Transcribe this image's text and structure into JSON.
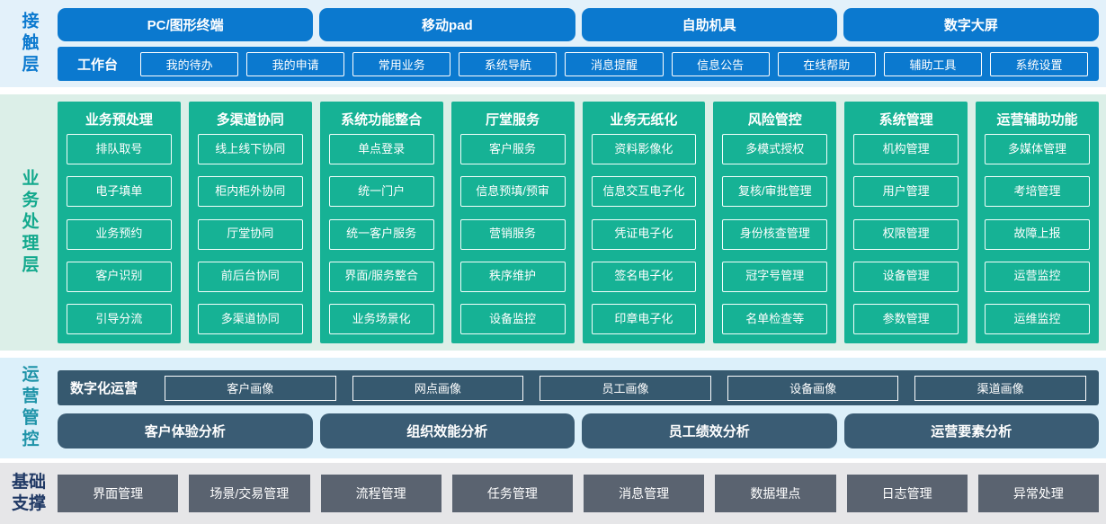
{
  "colors": {
    "accent_blue": "#0b79cf",
    "accent_green": "#16b295",
    "accent_slate": "#36596f",
    "accent_slate_box": "#3a5c74",
    "foundation_box": "#5a6370",
    "bg_contact": "#e3f1fa",
    "bg_business": "#dcefe8",
    "bg_operations": "#dcf0fa",
    "bg_foundation": "#e6e6e8",
    "label_navy": "#1f3864",
    "label_teal": "#1e93a8"
  },
  "layers": {
    "contact": {
      "label": "接触层",
      "channels": [
        "PC/图形终端",
        "移动pad",
        "自助机具",
        "数字大屏"
      ],
      "workbench": {
        "label": "工作台",
        "items": [
          "我的待办",
          "我的申请",
          "常用业务",
          "系统导航",
          "消息提醒",
          "信息公告",
          "在线帮助",
          "辅助工具",
          "系统设置"
        ]
      }
    },
    "business": {
      "label": "业务处理层",
      "columns": [
        {
          "title": "业务预处理",
          "items": [
            "排队取号",
            "电子填单",
            "业务预约",
            "客户识别",
            "引导分流"
          ]
        },
        {
          "title": "多渠道协同",
          "items": [
            "线上线下协同",
            "柜内柜外协同",
            "厅堂协同",
            "前后台协同",
            "多渠道协同"
          ]
        },
        {
          "title": "系统功能整合",
          "items": [
            "单点登录",
            "统一门户",
            "统一客户服务",
            "界面/服务整合",
            "业务场景化"
          ]
        },
        {
          "title": "厅堂服务",
          "items": [
            "客户服务",
            "信息预填/预审",
            "营销服务",
            "秩序维护",
            "设备监控"
          ]
        },
        {
          "title": "业务无纸化",
          "items": [
            "资料影像化",
            "信息交互电子化",
            "凭证电子化",
            "签名电子化",
            "印章电子化"
          ]
        },
        {
          "title": "风险管控",
          "items": [
            "多模式授权",
            "复核/审批管理",
            "身份核查管理",
            "冠字号管理",
            "名单检查等"
          ]
        },
        {
          "title": "系统管理",
          "items": [
            "机构管理",
            "用户管理",
            "权限管理",
            "设备管理",
            "参数管理"
          ]
        },
        {
          "title": "运营辅助功能",
          "items": [
            "多媒体管理",
            "考培管理",
            "故障上报",
            "运营监控",
            "运维监控"
          ]
        }
      ]
    },
    "operations": {
      "label": "运营管控",
      "digital_ops": {
        "label": "数字化运营",
        "items": [
          "客户画像",
          "网点画像",
          "员工画像",
          "设备画像",
          "渠道画像"
        ]
      },
      "analysis": [
        "客户体验分析",
        "组织效能分析",
        "员工绩效分析",
        "运营要素分析"
      ]
    },
    "foundation": {
      "label": "基础支撑",
      "items": [
        "界面管理",
        "场景/交易管理",
        "流程管理",
        "任务管理",
        "消息管理",
        "数据埋点",
        "日志管理",
        "异常处理"
      ]
    }
  }
}
